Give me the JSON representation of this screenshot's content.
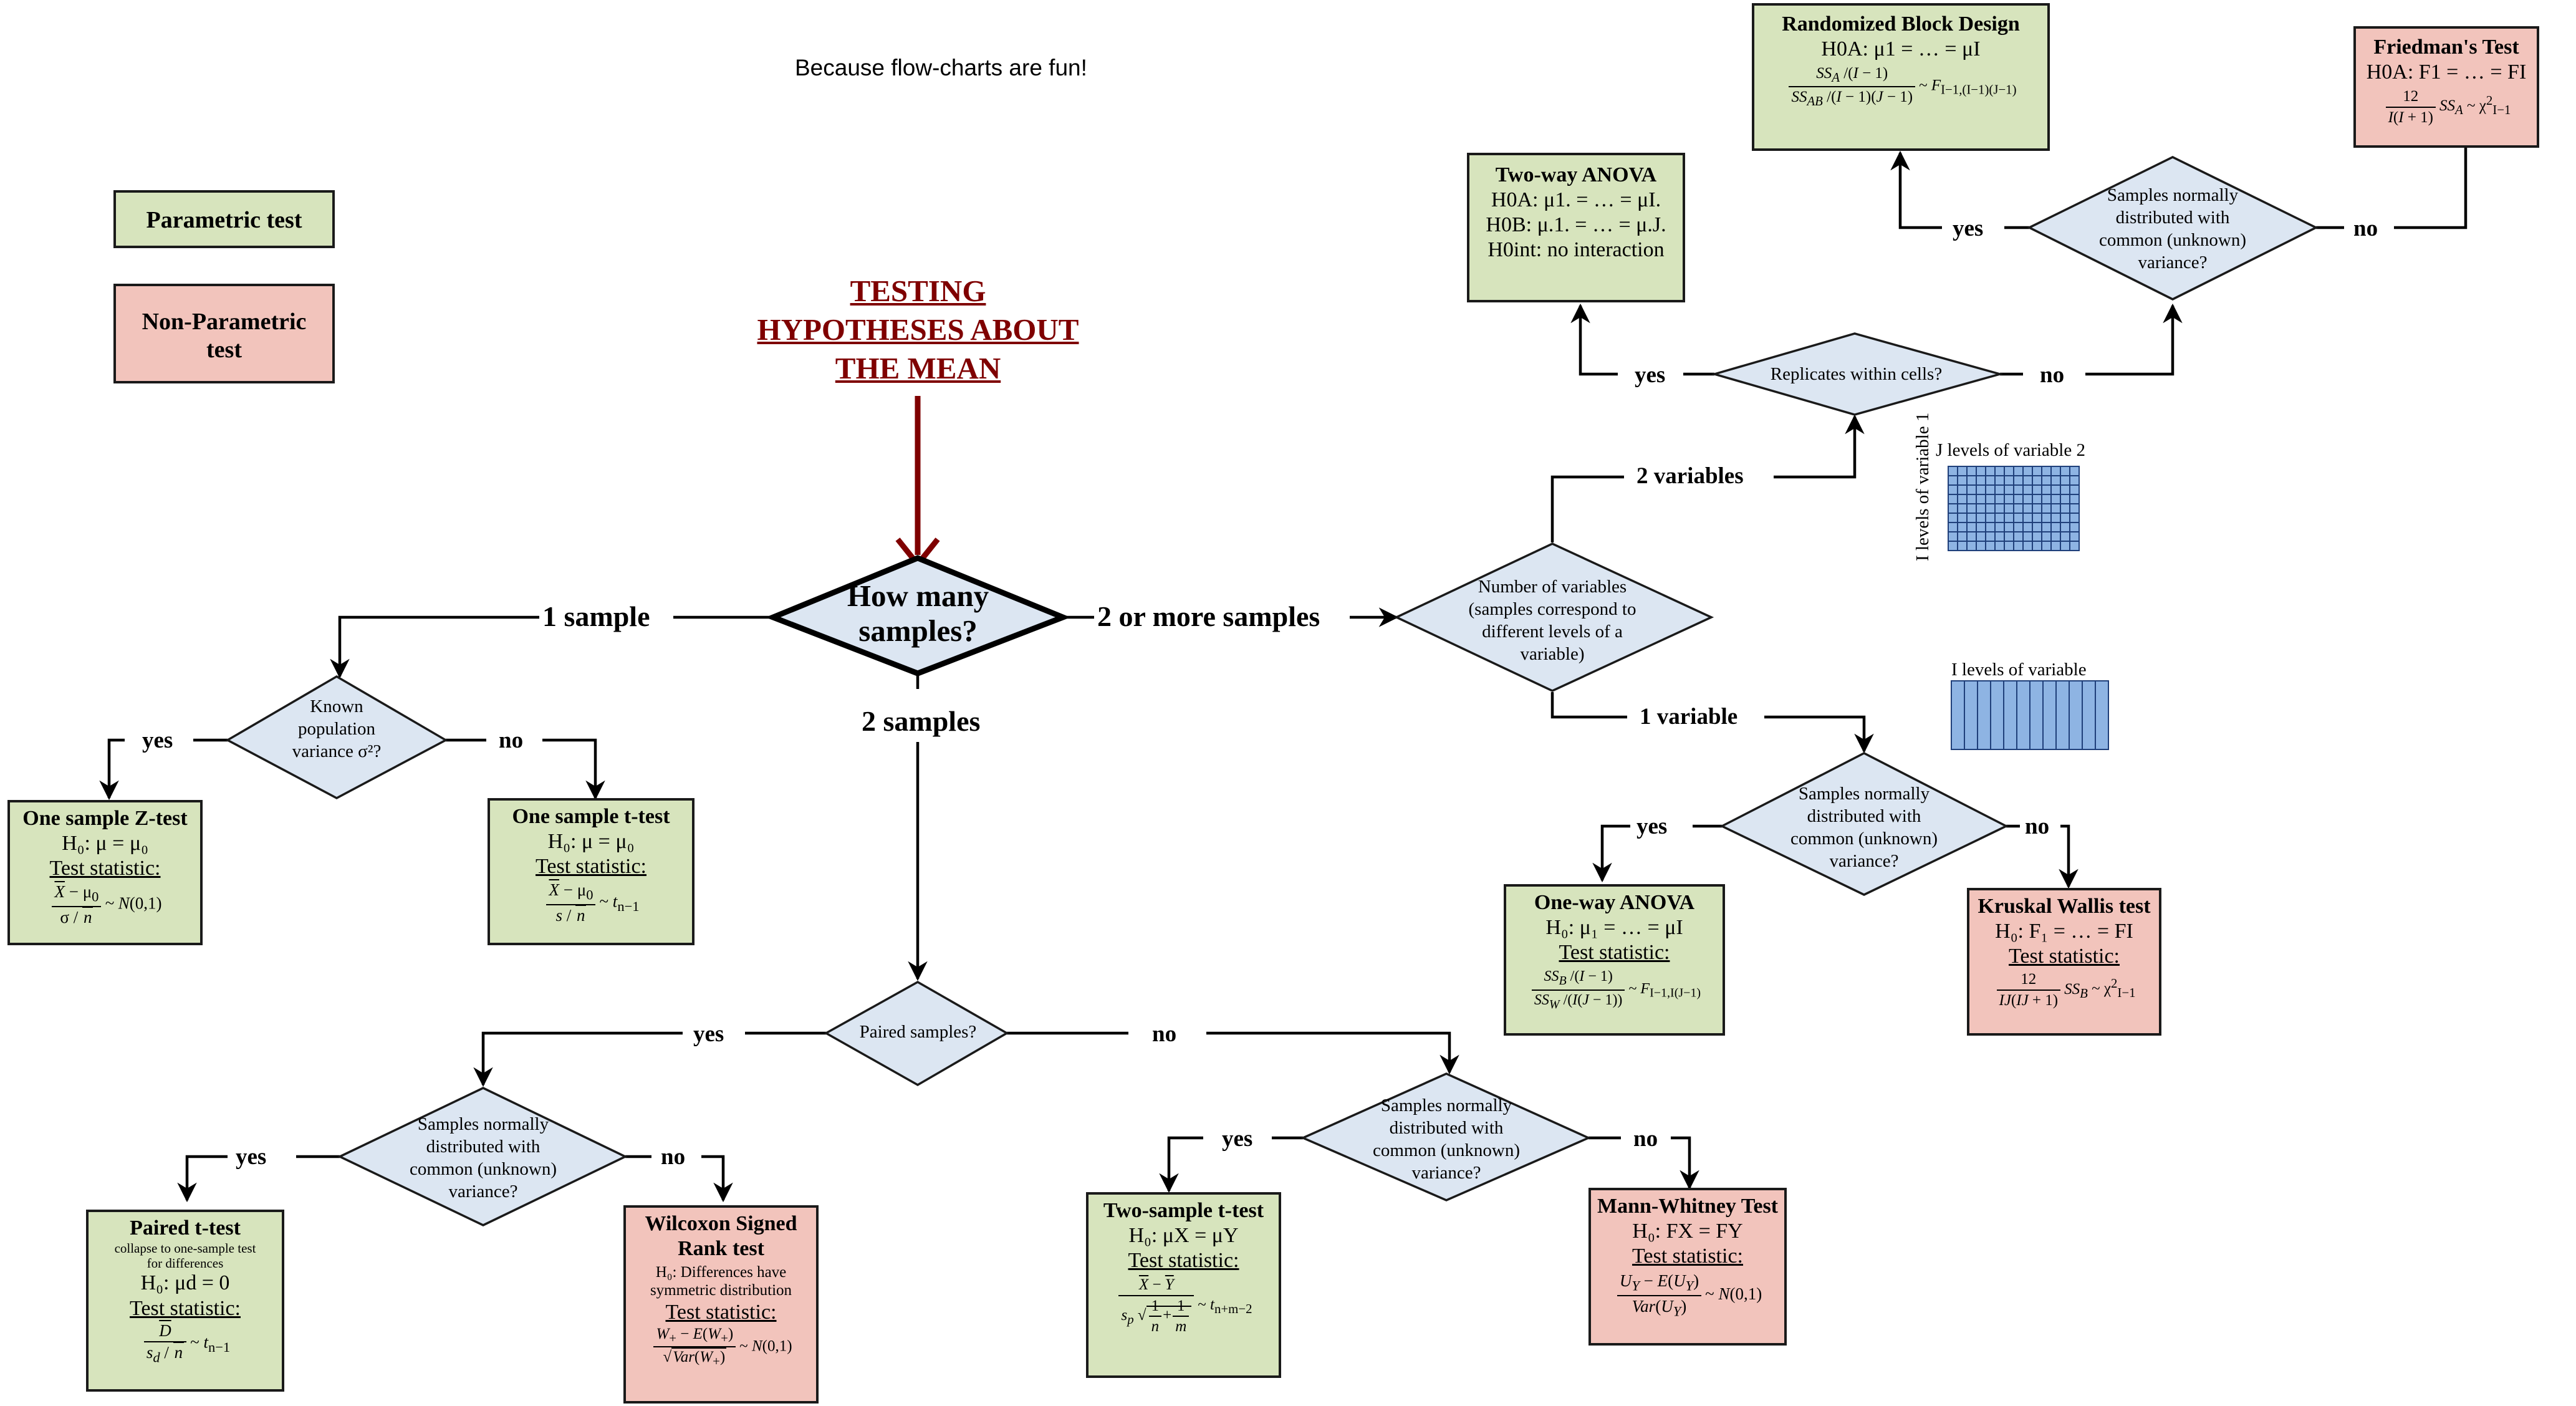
{
  "header_note": "Because flow-charts are fun!",
  "legend": {
    "parametric": "Parametric test",
    "nonparametric": "Non-Parametric test"
  },
  "main_title": [
    "TESTING",
    "HYPOTHESES ABOUT",
    "THE MEAN"
  ],
  "colors": {
    "parametric_fill": "#d7e4bd",
    "nonparametric_fill": "#f2c4bc",
    "decision_fill": "#dce6f2",
    "grid_fill": "#8eb4e3",
    "title_color": "#7f0000"
  },
  "decisions": {
    "how_many": [
      "How many",
      "samples?"
    ],
    "known_variance": [
      "Known",
      "population",
      "variance σ²?"
    ],
    "paired": "Paired samples?",
    "normal_paired": [
      "Samples normally",
      "distributed with",
      "common (unknown)",
      "variance?"
    ],
    "normal_indep": [
      "Samples normally",
      "distributed with",
      "common (unknown)",
      "variance?"
    ],
    "num_vars": [
      "Number of variables",
      "(samples correspond to",
      "different levels of a",
      "variable)"
    ],
    "replicates": "Replicates within cells?",
    "normal_block": [
      "Samples normally",
      "distributed with",
      "common (unknown)",
      "variance?"
    ],
    "normal_oneway": [
      "Samples normally",
      "distributed with",
      "common (unknown)",
      "variance?"
    ]
  },
  "edges": {
    "one_sample": "1 sample",
    "two_plus": "2 or more samples",
    "two_samples": "2 samples",
    "yes": "yes",
    "no": "no",
    "two_vars": "2 variables",
    "one_var": "1 variable"
  },
  "grids": {
    "two_var_top": "J levels of variable 2",
    "two_var_side": "I levels of variable 1",
    "one_var_top": "I levels of variable"
  },
  "boxes": {
    "z_test": {
      "title": "One sample Z-test",
      "h0": "H₀: μ = μ₀",
      "ts": "Test statistic:"
    },
    "t_test": {
      "title": "One sample t-test",
      "h0": "H₀: μ = μ₀",
      "ts": "Test statistic:"
    },
    "paired_t": {
      "title": "Paired t-test",
      "note": [
        "collapse to one-sample test",
        "for differences"
      ],
      "h0": "H₀: μd = 0",
      "ts": "Test statistic:"
    },
    "wilcoxon": {
      "title": "Wilcoxon Signed Rank test",
      "h0": "H₀: Differences have symmetric distribution",
      "ts": "Test statistic:"
    },
    "two_sample_t": {
      "title": "Two-sample t-test",
      "h0": "H₀: μX = μY",
      "ts": "Test statistic:"
    },
    "mann_whitney": {
      "title": "Mann-Whitney Test",
      "h0": "H₀: FX = FY",
      "ts": "Test statistic:"
    },
    "one_way": {
      "title": "One-way ANOVA",
      "h0": "H₀: μ₁ = … = μI",
      "ts": "Test statistic:"
    },
    "kruskal": {
      "title": "Kruskal Wallis test",
      "h0": "H₀: F₁ = … = FI",
      "ts": "Test statistic:"
    },
    "two_way": {
      "title": "Two-way ANOVA",
      "h0a": "H0A: μ1. = … = μI.",
      "h0b": "H0B: μ.1. = … = μ.J.",
      "h0int": "H0int: no interaction"
    },
    "rbd": {
      "title": "Randomized Block Design",
      "h0a": "H0A: μ1 = … = μI"
    },
    "friedman": {
      "title": "Friedman's Test",
      "h0a": "H0A: F1 = … = FI"
    }
  }
}
